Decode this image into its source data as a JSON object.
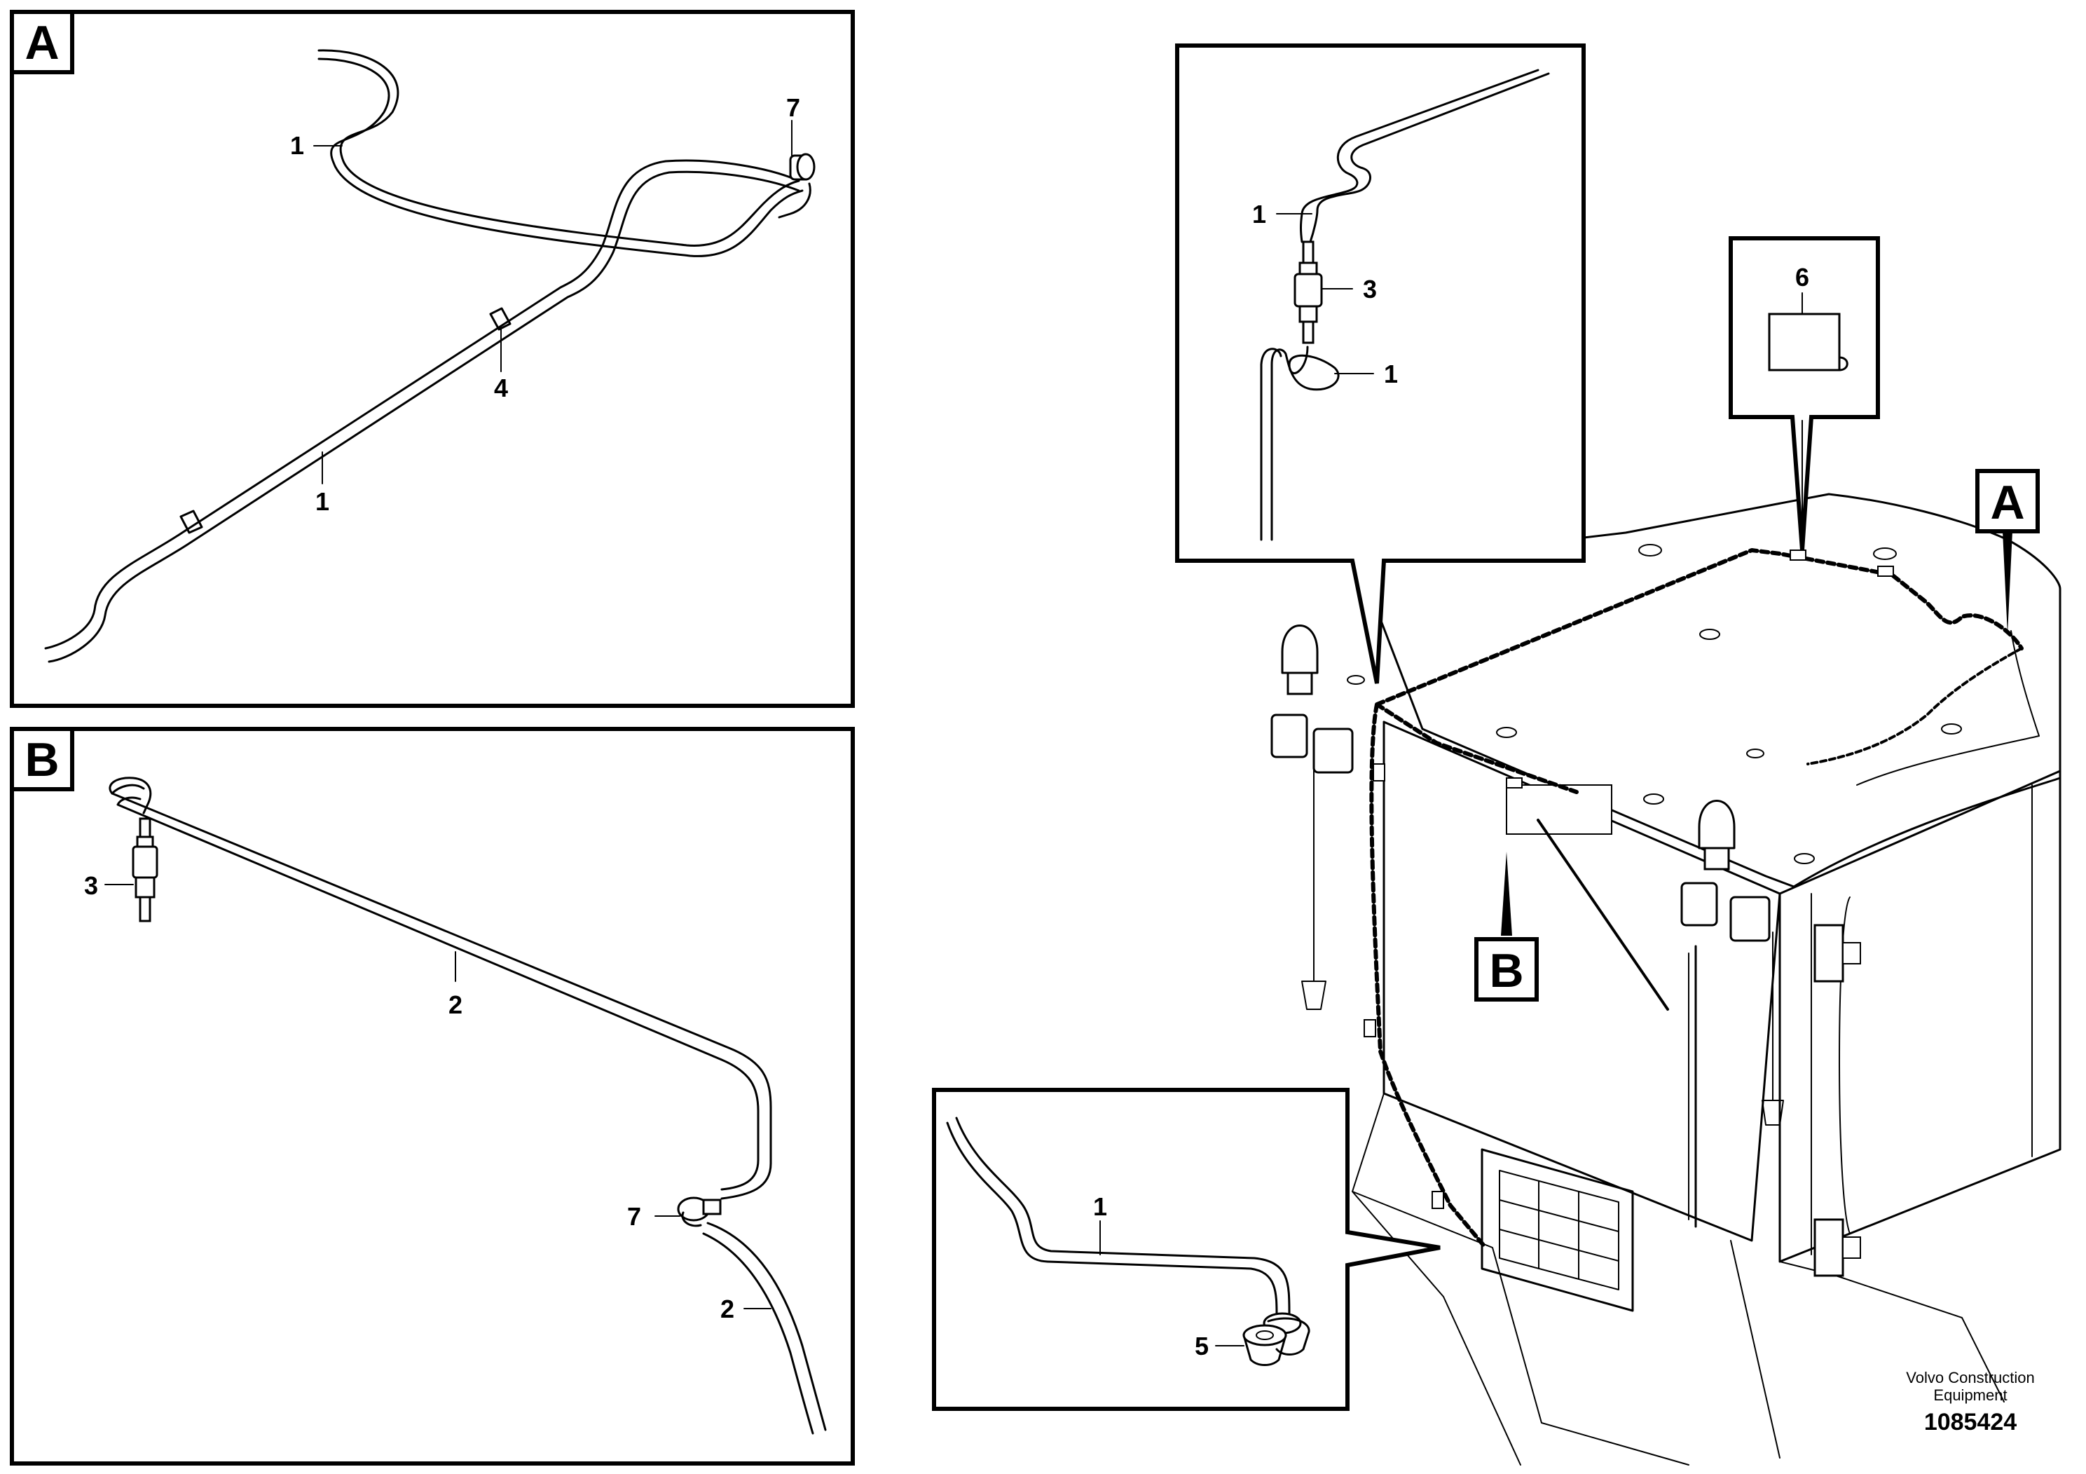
{
  "panel_a": {
    "tag": "A",
    "callouts": [
      "1",
      "7",
      "4",
      "1"
    ]
  },
  "panel_b": {
    "tag": "B",
    "callouts": [
      "3",
      "2",
      "7",
      "2"
    ]
  },
  "detail_top": {
    "callouts": [
      "1",
      "3",
      "1"
    ]
  },
  "detail_box6": {
    "callout": "6"
  },
  "detail_bottom": {
    "callouts": [
      "1",
      "5"
    ]
  },
  "view_pointers": {
    "a": "A",
    "b": "B"
  },
  "footer": {
    "brand_line1": "Volvo Construction",
    "brand_line2": "Equipment",
    "figure_number": "1085424"
  }
}
